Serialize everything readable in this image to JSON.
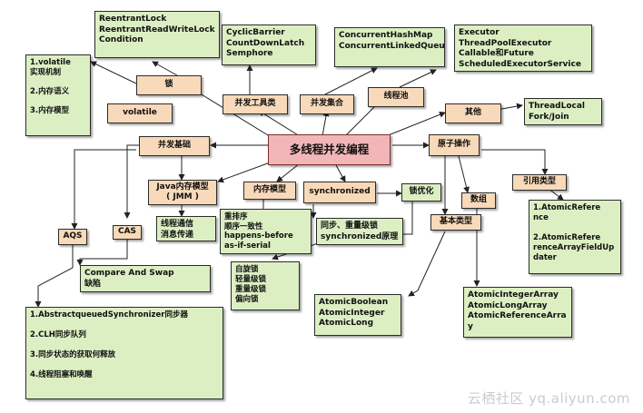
{
  "center": "多线程并发编程",
  "categories": {
    "lock": "锁",
    "concurrency_tools": "并发工具类",
    "concurrent_collections": "并发集合",
    "thread_pool": "线程池",
    "others": "其他",
    "concurrency_basics": "并发基础",
    "atomic_ops": "原子操作",
    "volatile": "volatile",
    "jmm": "Java内存模型\n( JMM )",
    "memory_model": "内存模型",
    "synchronized": "synchronized",
    "lock_optimization": "锁优化",
    "aqs": "AQS",
    "cas": "CAS",
    "array": "数组",
    "basic_types": "基本类型",
    "reference_types": "引用类型"
  },
  "details": {
    "lock_classes": "ReentrantLock\nReentrantReadWriteLock\nCondition",
    "tool_classes": "CyclicBarrier\nCountDownLatch\nSemphore",
    "collections": "ConcurrentHashMap\nConcurrentLinkedQueue",
    "executors": "Executor\nThreadPoolExecutor\nCallable和Future\nScheduledExecutorService",
    "others": "ThreadLocal\nFork/Join",
    "volatile_notes": "1.volatile\n实现机制\n\n2.内存语义\n\n3.内存模型",
    "jmm_notes": "线程通信\n消息传递",
    "memory_model_notes": "重排序\n顺序一致性\nhappens-before\nas-if-serial",
    "sync_notes": "同步、重量级锁\nsynchronized原理",
    "lock_types": "自旋锁\n轻量级锁\n重量级锁\n偏向锁",
    "cas_notes": "Compare And Swap\n缺陷",
    "aqs_notes": "1.AbstractqueuedSynchronizer同步器\n\n2.CLH同步队列\n\n3.同步状态的获取何释放\n\n4.线程阻塞和唤醒",
    "basic_atomic": "AtomicBoolean\nAtomicInteger\nAtomicLong",
    "array_atomic": "AtomicIntegerArray\nAtomicLongArray\nAtomicReferenceArra\ny",
    "reference_atomic": "1.AtomicRefere\nnce\n\n2.AtomicRefere\nrenceArrayFieldUp\ndater"
  },
  "watermark": "云栖社区 yq.aliyun.com"
}
